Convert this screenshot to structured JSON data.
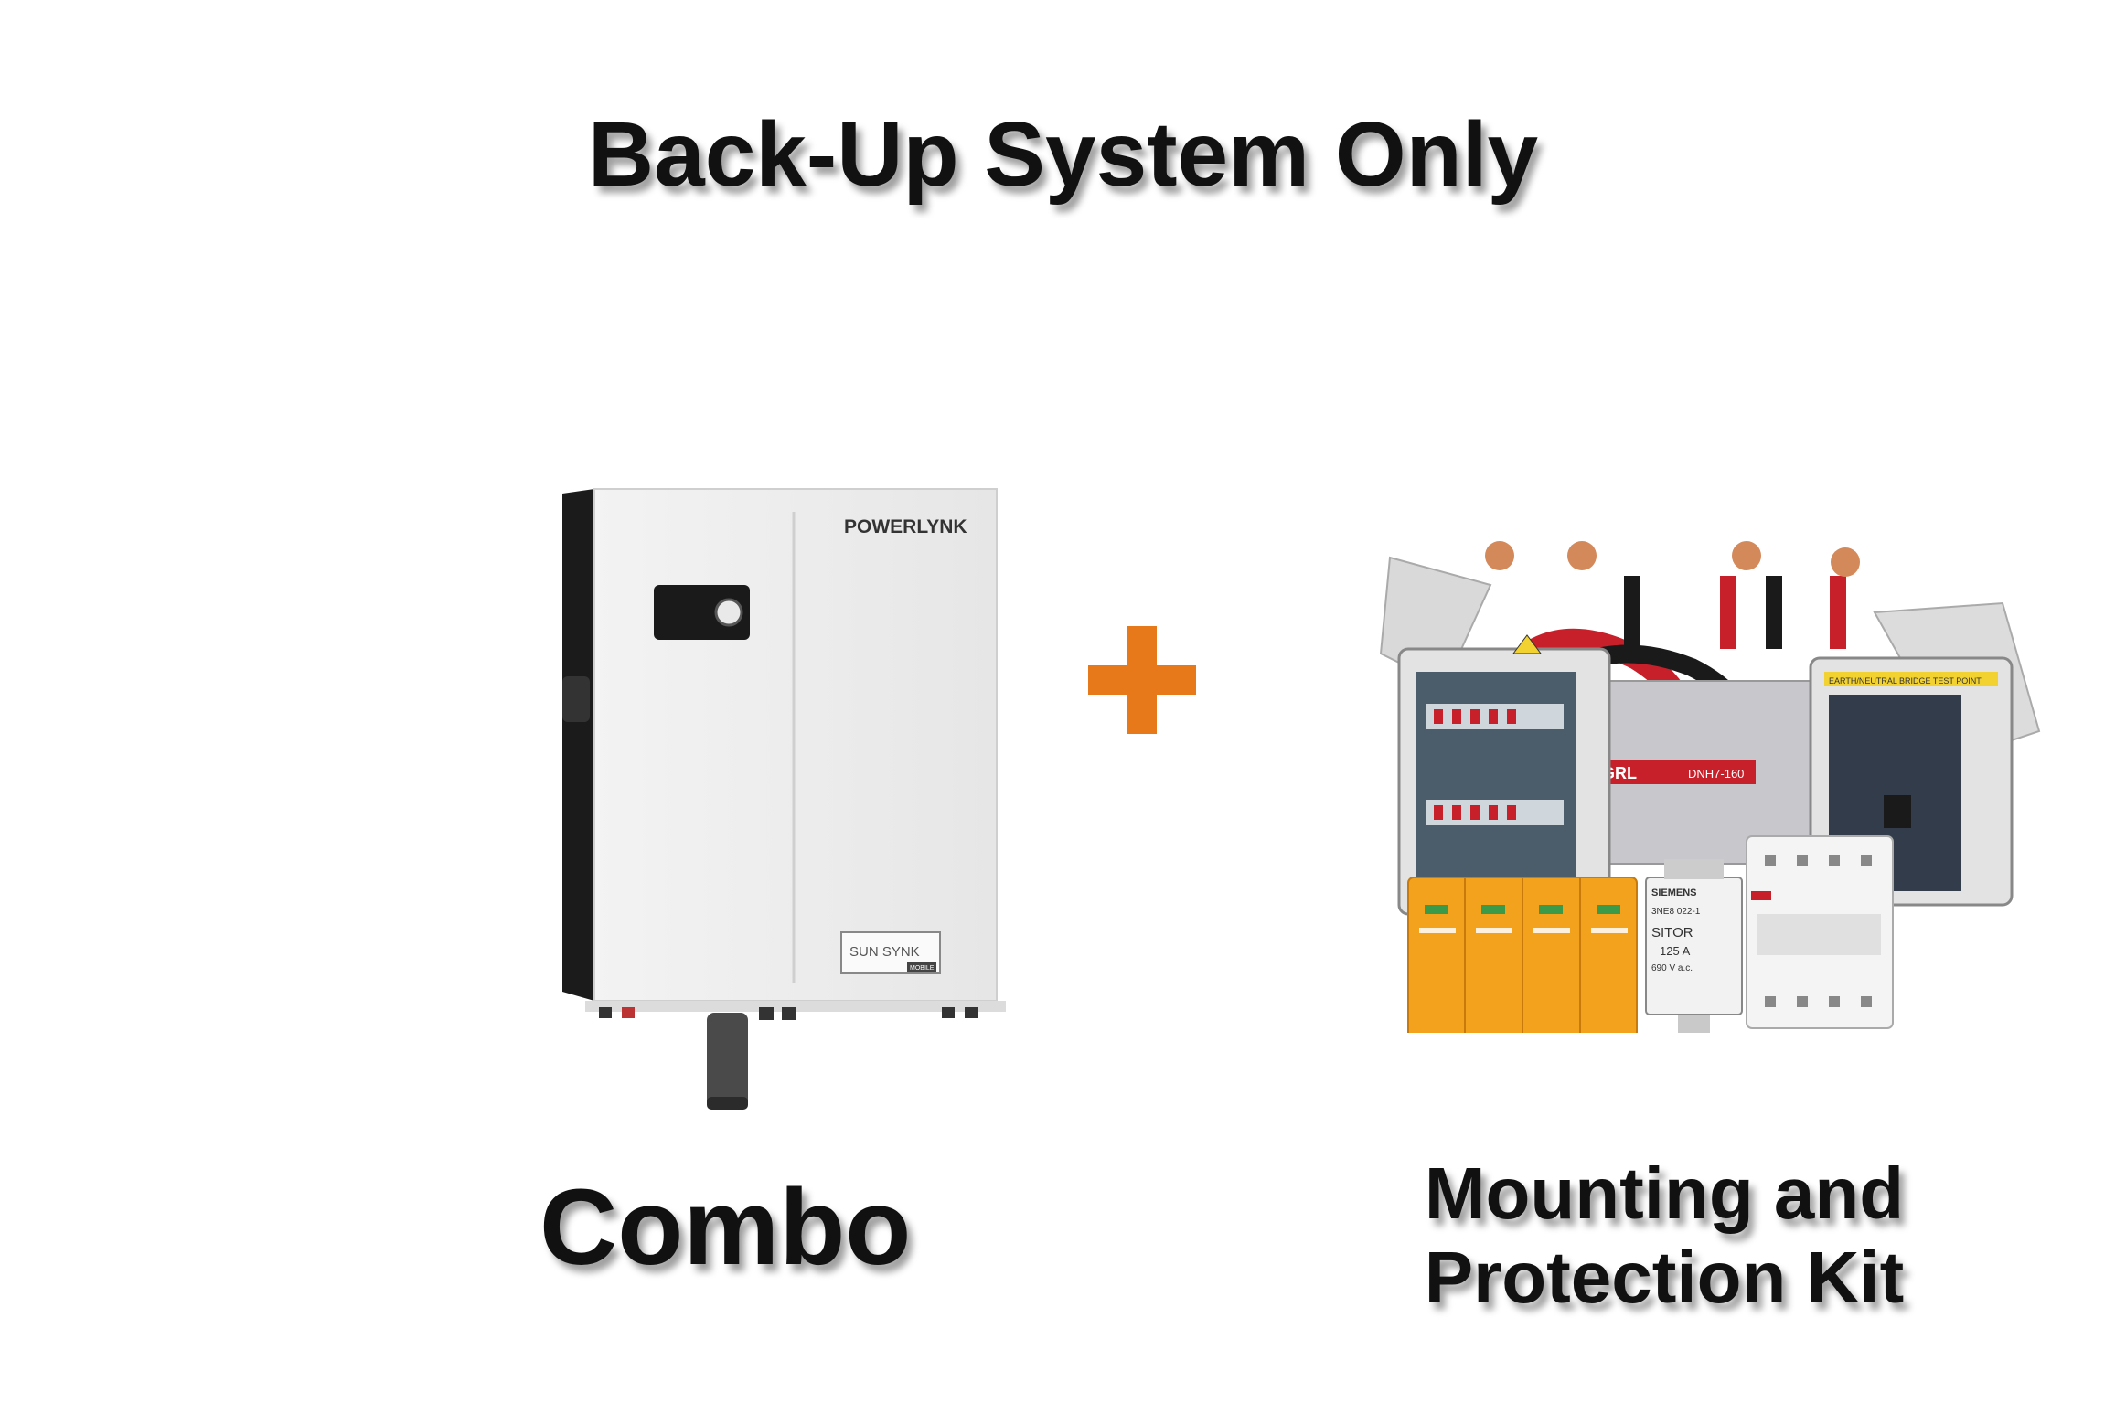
{
  "title": "Back-Up System Only",
  "left_product": {
    "label": "Combo",
    "brand_text": "POWERLYNK",
    "badge_text": "SUN SYNK",
    "badge_sub": "MOBILE",
    "icon": "inverter-unit-image"
  },
  "operator": {
    "icon": "plus-icon",
    "color": "#e8791a"
  },
  "right_product": {
    "label_line1": "Mounting and",
    "label_line2": "Protection Kit",
    "icon": "protection-kit-image",
    "part_texts": {
      "breaker_brand": "GRL",
      "breaker_model": "DNH7-160",
      "fuse_brand": "SIEMENS",
      "fuse_code": "3NE8 022-1",
      "fuse_name": "SITOR",
      "fuse_rating": "125 A",
      "fuse_volt": "690 V a.c.",
      "bridge_label": "EARTH/NEUTRAL BRIDGE TEST POINT"
    }
  }
}
